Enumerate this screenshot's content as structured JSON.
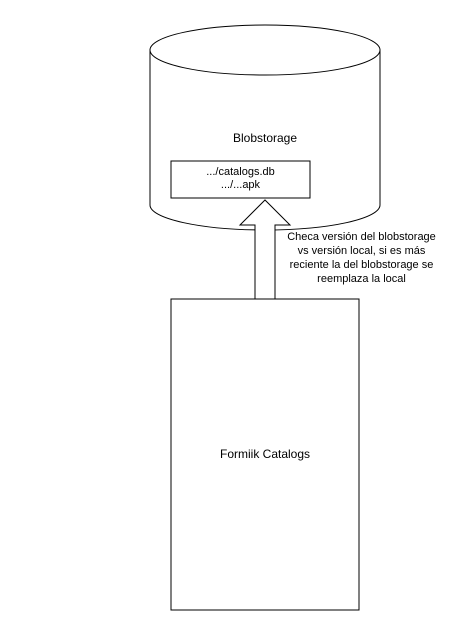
{
  "diagram": {
    "storage": {
      "label": "Blobstorage",
      "files": [
        ".../catalogs.db",
        ".../...apk"
      ]
    },
    "app": {
      "label": "Formiik Catalogs"
    },
    "arrow": {
      "annotation": "Checa versión del blobstorage vs versión local, si es más reciente la del blobstorage se reemplaza la local"
    }
  }
}
